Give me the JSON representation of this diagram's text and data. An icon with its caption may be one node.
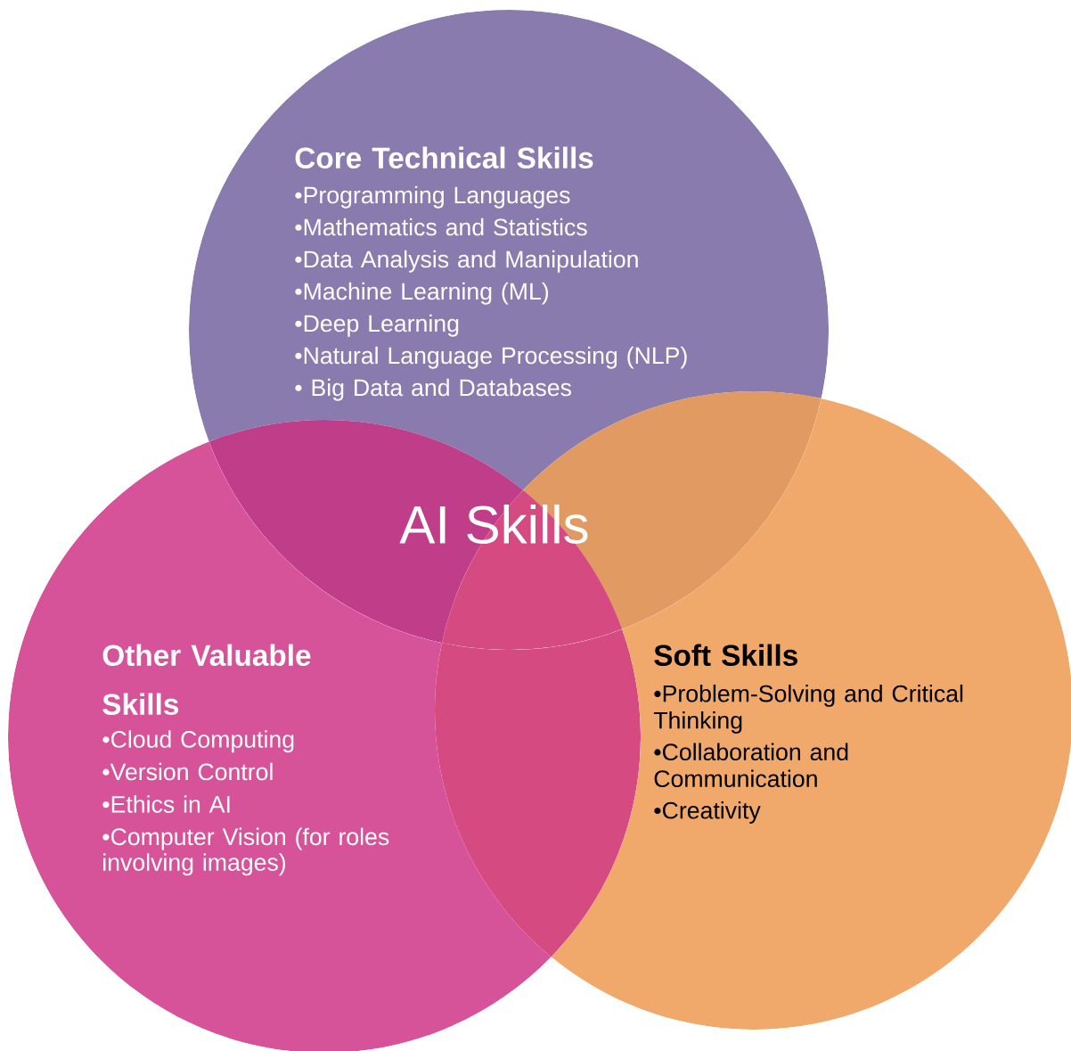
{
  "diagram": {
    "nodes": [
      {
        "text": [
          "Core Technical Skills",
          "•Programming Languages",
          "•Mathematics and Statistics",
          "•Data Analysis and Manipulation",
          "•Machine Learning (ML)",
          "•Deep Learning",
          "•Natural Language Processing (NLP)",
          "• Big Data and Databases"
        ]
      },
      {
        "text": [
          "Other Valuable Skills",
          "•Cloud Computing",
          "•Version Control",
          "•Ethics in AI",
          "•Computer Vision (for roles involving images)"
        ]
      },
      {
        "text": [
          "Soft Skills",
          "•Problem-Solving and Critical Thinking",
          "•Collaboration and Communication",
          "•Creativity"
        ]
      }
    ],
    "labels": [
      "AI Skills"
    ]
  }
}
